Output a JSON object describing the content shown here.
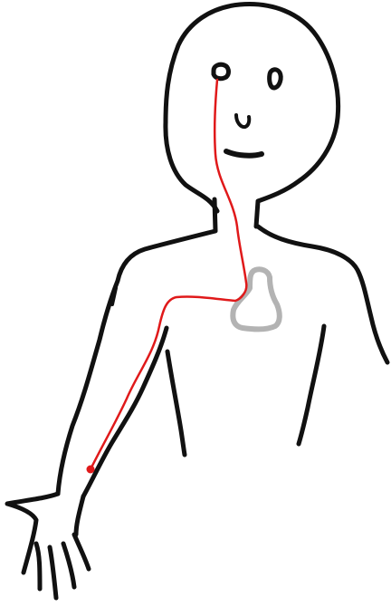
{
  "figure": {
    "subject": "human-figure",
    "colors": {
      "background": "#ffffff",
      "outline": "#111111",
      "path_line": "#e0191a",
      "organ": "#b3b3b3"
    },
    "parts": [
      "head",
      "eyes",
      "nose",
      "mouth",
      "neck",
      "shoulders",
      "torso",
      "left-arm",
      "hand",
      "heart-shape",
      "red-path",
      "entry-point"
    ]
  }
}
